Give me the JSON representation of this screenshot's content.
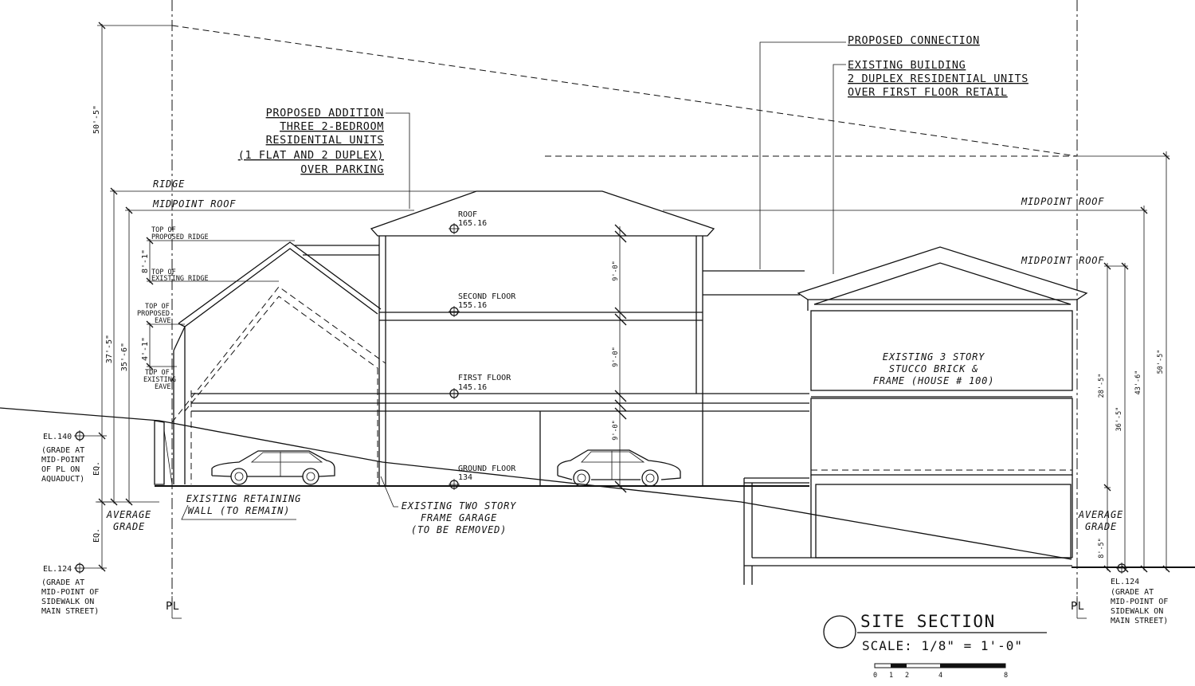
{
  "callouts": {
    "proposed_connection": "PROPOSED CONNECTION",
    "existing_building": [
      "EXISTING BUILDING",
      "2 DUPLEX RESIDENTIAL UNITS",
      "OVER FIRST FLOOR RETAIL"
    ],
    "proposed_addition": [
      "PROPOSED ADDITION",
      "THREE 2-BEDROOM",
      "RESIDENTIAL UNITS",
      "(1 FLAT AND 2 DUPLEX)",
      "OVER PARKING"
    ]
  },
  "levels": {
    "ridge": "RIDGE",
    "midpoint_roof": "MIDPOINT ROOF",
    "top_proposed_ridge": [
      "TOP OF",
      "PROPOSED RIDGE"
    ],
    "top_existing_ridge": [
      "TOP OF",
      "EXISTING RIDGE"
    ],
    "top_proposed_eave": [
      "TOP OF",
      "PROPOSED",
      "EAVE"
    ],
    "top_existing_eave": [
      "TOP OF",
      "EXISTING",
      "EAVE"
    ]
  },
  "floors": [
    {
      "name": "ROOF",
      "elev": "165.16"
    },
    {
      "name": "SECOND FLOOR",
      "elev": "155.16"
    },
    {
      "name": "FIRST FLOOR",
      "elev": "145.16"
    },
    {
      "name": "GROUND FLOOR",
      "elev": "134"
    }
  ],
  "dimensions": {
    "left_overall": "50'-5\"",
    "left_ridge": "37'-5\"",
    "left_midpoint": "35'-6\"",
    "ridge_diff": "8'-1\"",
    "eave_diff": "4'-1\"",
    "eq_upper": "EQ.",
    "eq_lower": "EQ.",
    "floor_heights": [
      "9'-0\"",
      "9'-0\"",
      "9'-0\""
    ],
    "right_a": "28'-5\"",
    "right_b": "36'-5\"",
    "right_c": "43'-6\"",
    "right_d": "50'-5\"",
    "right_e": "8'-5\""
  },
  "elevations": {
    "left_upper": {
      "label": "EL.140",
      "note": [
        "(GRADE AT",
        "MID-POINT",
        "OF PL ON",
        "AQUADUCT)"
      ]
    },
    "left_lower": {
      "label": "EL.124",
      "note": [
        "(GRADE AT",
        "MID-POINT OF",
        "SIDEWALK ON",
        "MAIN STREET)"
      ]
    },
    "right_lower": {
      "label": "EL.124",
      "note": [
        "(GRADE AT",
        "MID-POINT OF",
        "SIDEWALK ON",
        "MAIN STREET)"
      ]
    }
  },
  "average_grade_left": [
    "AVERAGE",
    "GRADE"
  ],
  "average_grade_right": [
    "AVERAGE",
    "GRADE"
  ],
  "notes": {
    "retaining_wall": [
      "EXISTING RETAINING",
      "WALL (TO REMAIN)"
    ],
    "garage": [
      "EXISTING TWO STORY",
      "FRAME GARAGE",
      "(TO BE REMOVED)"
    ],
    "existing_3_story": [
      "EXISTING 3 STORY",
      "STUCCO BRICK &",
      "FRAME (HOUSE # 100)"
    ]
  },
  "property_line": "PL",
  "title": {
    "main": "SITE SECTION",
    "scale": "SCALE:  1/8\"  =  1'-0\""
  },
  "scale_bar_ticks": [
    "0",
    "1",
    "2",
    "4",
    "8"
  ]
}
